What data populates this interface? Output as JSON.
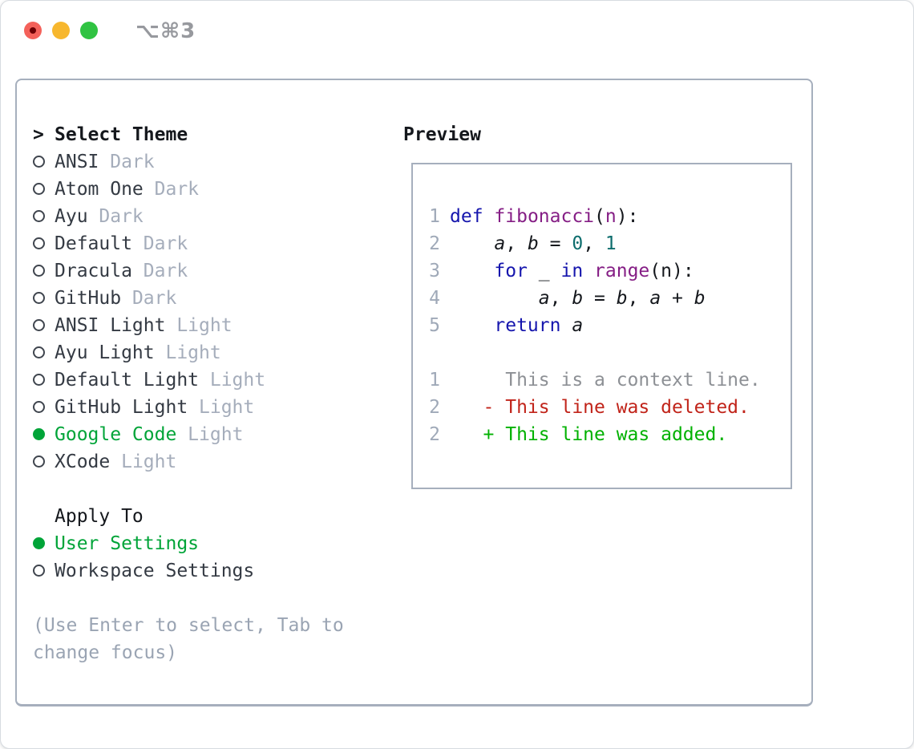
{
  "window": {
    "title": "⌥⌘3",
    "traffic_lights": [
      "close",
      "minimize",
      "zoom"
    ]
  },
  "theme_list": {
    "prompt": ">",
    "header": "Select Theme",
    "items": [
      {
        "name": "ANSI",
        "variant": "Dark",
        "selected": false
      },
      {
        "name": "Atom One",
        "variant": "Dark",
        "selected": false
      },
      {
        "name": "Ayu",
        "variant": "Dark",
        "selected": false
      },
      {
        "name": "Default",
        "variant": "Dark",
        "selected": false
      },
      {
        "name": "Dracula",
        "variant": "Dark",
        "selected": false
      },
      {
        "name": "GitHub",
        "variant": "Dark",
        "selected": false
      },
      {
        "name": "ANSI Light",
        "variant": "Light",
        "selected": false
      },
      {
        "name": "Ayu Light",
        "variant": "Light",
        "selected": false
      },
      {
        "name": "Default Light",
        "variant": "Light",
        "selected": false
      },
      {
        "name": "GitHub Light",
        "variant": "Light",
        "selected": false
      },
      {
        "name": "Google Code",
        "variant": "Light",
        "selected": true
      },
      {
        "name": "XCode",
        "variant": "Light",
        "selected": false
      }
    ]
  },
  "apply_to": {
    "header": "Apply To",
    "options": [
      {
        "label": "User Settings",
        "selected": true
      },
      {
        "label": "Workspace Settings",
        "selected": false
      }
    ]
  },
  "help_text": "(Use Enter to select, Tab to change focus)",
  "preview": {
    "header": "Preview",
    "lines": [
      {
        "num": "1",
        "segs": [
          [
            "k",
            "def"
          ],
          [
            "p",
            " "
          ],
          [
            "f",
            "fibonacci"
          ],
          [
            "p",
            "("
          ],
          [
            "f",
            "n"
          ],
          [
            "p",
            "):"
          ]
        ]
      },
      {
        "num": "2",
        "segs": [
          [
            "p",
            "    "
          ],
          [
            "v",
            "a"
          ],
          [
            "p",
            ", "
          ],
          [
            "v",
            "b"
          ],
          [
            "p",
            " = "
          ],
          [
            "n",
            "0"
          ],
          [
            "p",
            ", "
          ],
          [
            "n",
            "1"
          ]
        ]
      },
      {
        "num": "3",
        "segs": [
          [
            "p",
            "    "
          ],
          [
            "k",
            "for"
          ],
          [
            "p",
            " _ "
          ],
          [
            "k",
            "in"
          ],
          [
            "p",
            " "
          ],
          [
            "f",
            "range"
          ],
          [
            "p",
            "(n):"
          ]
        ]
      },
      {
        "num": "4",
        "segs": [
          [
            "p",
            "        "
          ],
          [
            "v",
            "a"
          ],
          [
            "p",
            ", "
          ],
          [
            "v",
            "b"
          ],
          [
            "p",
            " = "
          ],
          [
            "v",
            "b"
          ],
          [
            "p",
            ", "
          ],
          [
            "v",
            "a"
          ],
          [
            "p",
            " + "
          ],
          [
            "v",
            "b"
          ]
        ]
      },
      {
        "num": "5",
        "segs": [
          [
            "p",
            "    "
          ],
          [
            "k",
            "return"
          ],
          [
            "p",
            " "
          ],
          [
            "v",
            "a"
          ]
        ]
      },
      {
        "blank": true
      },
      {
        "num": "1",
        "segs": [
          [
            "ctx",
            "     This is a context line."
          ]
        ]
      },
      {
        "num": "2",
        "segs": [
          [
            "del",
            "   - This line was deleted."
          ]
        ]
      },
      {
        "num": "2",
        "segs": [
          [
            "add",
            "   + This line was added."
          ]
        ]
      }
    ]
  },
  "colors": {
    "selection_green": "#00a438",
    "keyword_blue": "#1515ad",
    "function_purple": "#851e85",
    "number_teal": "#0d6d6d",
    "diff_added_green": "#00b100",
    "diff_deleted_red": "#c1241a",
    "diff_context_gray": "#8d9095",
    "muted_gray": "#a5adbb",
    "border_gray": "#a6afbd",
    "traffic_red": "#f4615a",
    "traffic_yellow": "#f7b72e",
    "traffic_green": "#30c342"
  }
}
